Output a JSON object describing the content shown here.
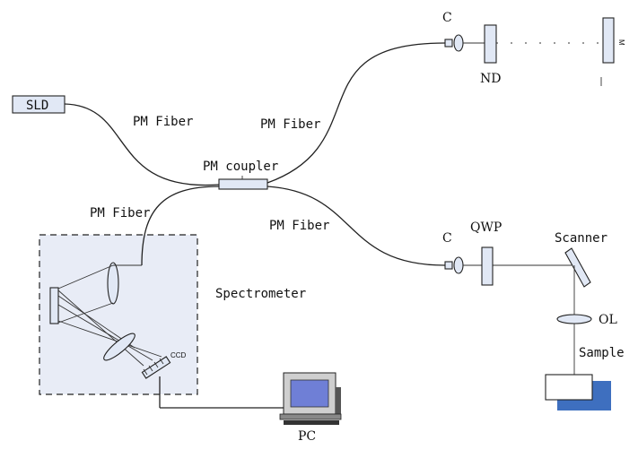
{
  "labels": {
    "sld": "SLD",
    "pm_coupler": "PM coupler",
    "fiber_sld": "PM Fiber",
    "fiber_ref": "PM Fiber",
    "fiber_spec": "PM Fiber",
    "fiber_sample": "PM Fiber",
    "c_top": "C",
    "nd": "ND",
    "mirror": "M",
    "c_bottom": "C",
    "qwp": "QWP",
    "scanner": "Scanner",
    "ol": "OL",
    "sample": "Sample",
    "spectrometer": "Spectrometer",
    "ccd": "CCD",
    "pc": "PC"
  },
  "colors": {
    "component_fill": "#e1e8f5",
    "spectrometer_fill": "#e8ecf6",
    "sample_block": "#3e6fbf",
    "screen": "#6f7fd6",
    "line": "#222222"
  }
}
